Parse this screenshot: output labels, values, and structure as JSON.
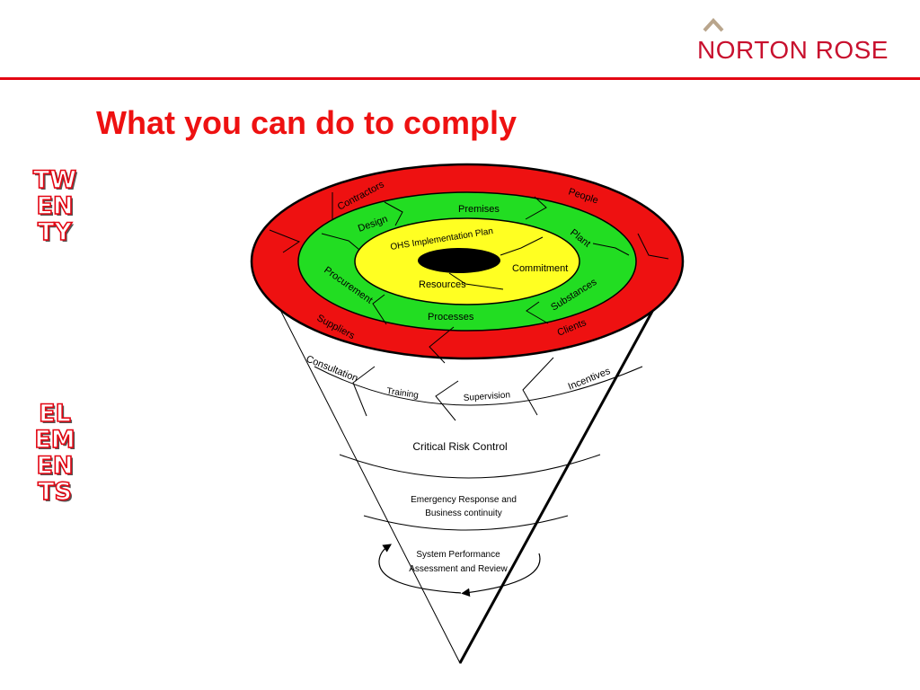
{
  "header": {
    "brand": "NORTON ROSE",
    "title": "What you can do to comply"
  },
  "side_words": [
    "TWENTY",
    "ELEMENTS"
  ],
  "colors": {
    "brand_red": "#c8102e",
    "title_red": "#ee1111",
    "outer_ring": "#ee1111",
    "middle_ring": "#22dd22",
    "inner_ring": "#ffff22",
    "core": "#000000"
  },
  "diagram": {
    "outer_ring": [
      "Contractors",
      "People",
      "Plant",
      "Clients",
      "Suppliers"
    ],
    "middle_ring": [
      "Design",
      "Premises",
      "Procurement",
      "Processes",
      "Substances"
    ],
    "inner_ring": [
      "OHS Implementation Plan",
      "Commitment",
      "Resources"
    ],
    "funnel_band_1": [
      "Consultation",
      "Training",
      "Supervision",
      "Incentives"
    ],
    "funnel_band_2": [
      "Critical Risk Control"
    ],
    "funnel_band_3": [
      "Emergency Response and",
      "Business continuity"
    ],
    "funnel_band_4": [
      "System Performance",
      "Assessment and Review"
    ]
  }
}
